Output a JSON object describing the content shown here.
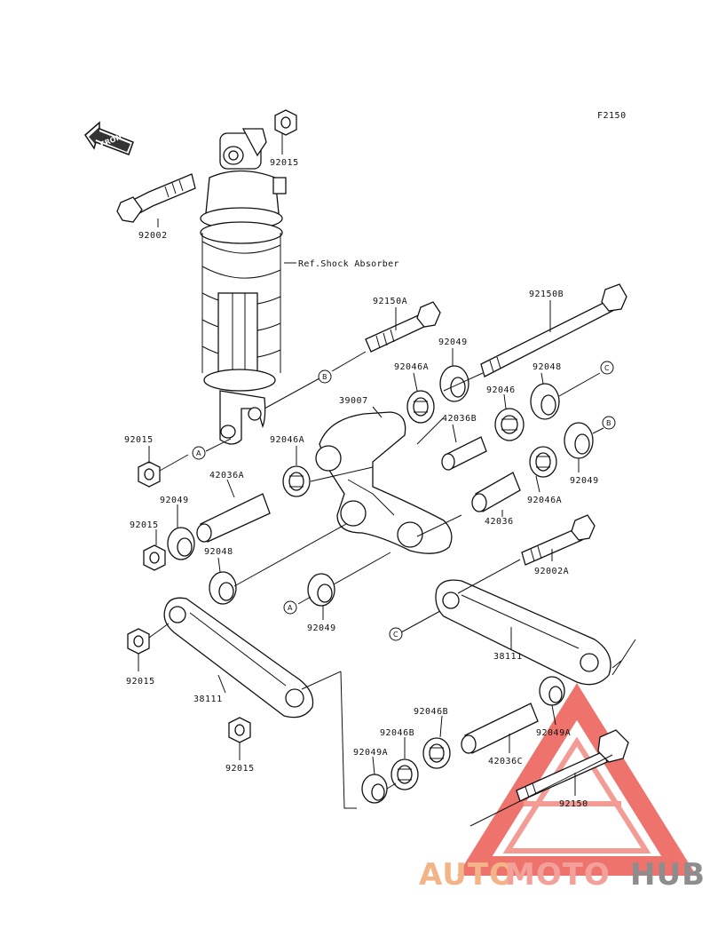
{
  "diagram": {
    "figure_code": "F2150",
    "front_label": "FRONT",
    "reference_label": "Ref.Shock Absorber",
    "part_labels": [
      "92015",
      "92002",
      "92150A",
      "92150B",
      "92049",
      "92046A",
      "92048",
      "92046",
      "39007",
      "42036B",
      "92015",
      "92046A",
      "42036A",
      "92049",
      "92046A",
      "92049",
      "92015",
      "92048",
      "92002A",
      "42036",
      "92049",
      "92015",
      "38111",
      "38111",
      "92015",
      "92046B",
      "92046B",
      "92049A",
      "92049A",
      "42036C",
      "92150"
    ],
    "connector_letters": [
      "A",
      "A",
      "B",
      "B",
      "C",
      "C"
    ]
  },
  "watermark": {
    "part1": "AUTO",
    "part2": "MOTO",
    "part3": "HUB",
    "colors": {
      "auto": "#f3b487",
      "moto": "#f3a09a",
      "hub": "#8d8d8d",
      "triangle": "#e8453c"
    }
  }
}
